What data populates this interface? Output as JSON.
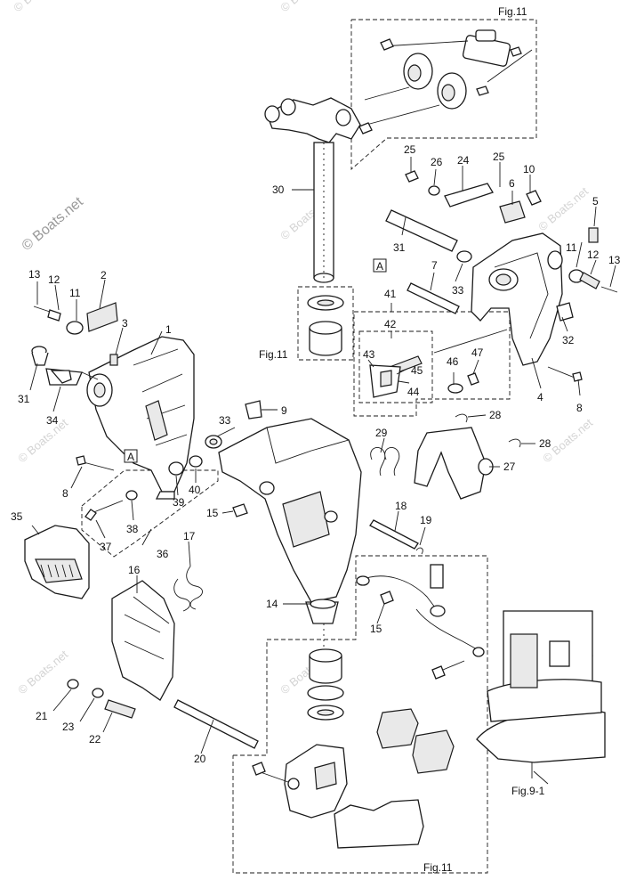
{
  "watermark": "© Boats.net",
  "faint_watermark": "© Boats.net",
  "figure_refs": {
    "fig11_top": "Fig.11",
    "fig11_mid": "Fig.11",
    "fig11_bottom": "Fig.11",
    "fig9_1": "Fig.9-1"
  },
  "ref_marks": {
    "a_left": "A",
    "a_right": "A"
  },
  "callouts": {
    "c1": "1",
    "c2": "2",
    "c3": "3",
    "c4": "4",
    "c5": "5",
    "c6": "6",
    "c7": "7",
    "c8a": "8",
    "c8b": "8",
    "c9": "9",
    "c10": "10",
    "c11a": "11",
    "c11b": "11",
    "c12a": "12",
    "c12b": "12",
    "c13a": "13",
    "c13b": "13",
    "c14": "14",
    "c15a": "15",
    "c15b": "15",
    "c16": "16",
    "c17": "17",
    "c18": "18",
    "c19": "19",
    "c20": "20",
    "c21": "21",
    "c22": "22",
    "c23": "23",
    "c24": "24",
    "c25a": "25",
    "c25b": "25",
    "c26": "26",
    "c27": "27",
    "c28a": "28",
    "c28b": "28",
    "c29": "29",
    "c30": "30",
    "c31a": "31",
    "c31b": "31",
    "c32": "32",
    "c33a": "33",
    "c33b": "33",
    "c34": "34",
    "c35": "35",
    "c36": "36",
    "c37": "37",
    "c38": "38",
    "c39": "39",
    "c40": "40",
    "c41": "41",
    "c42": "42",
    "c43": "43",
    "c44": "44",
    "c45": "45",
    "c46": "46",
    "c47": "47"
  }
}
